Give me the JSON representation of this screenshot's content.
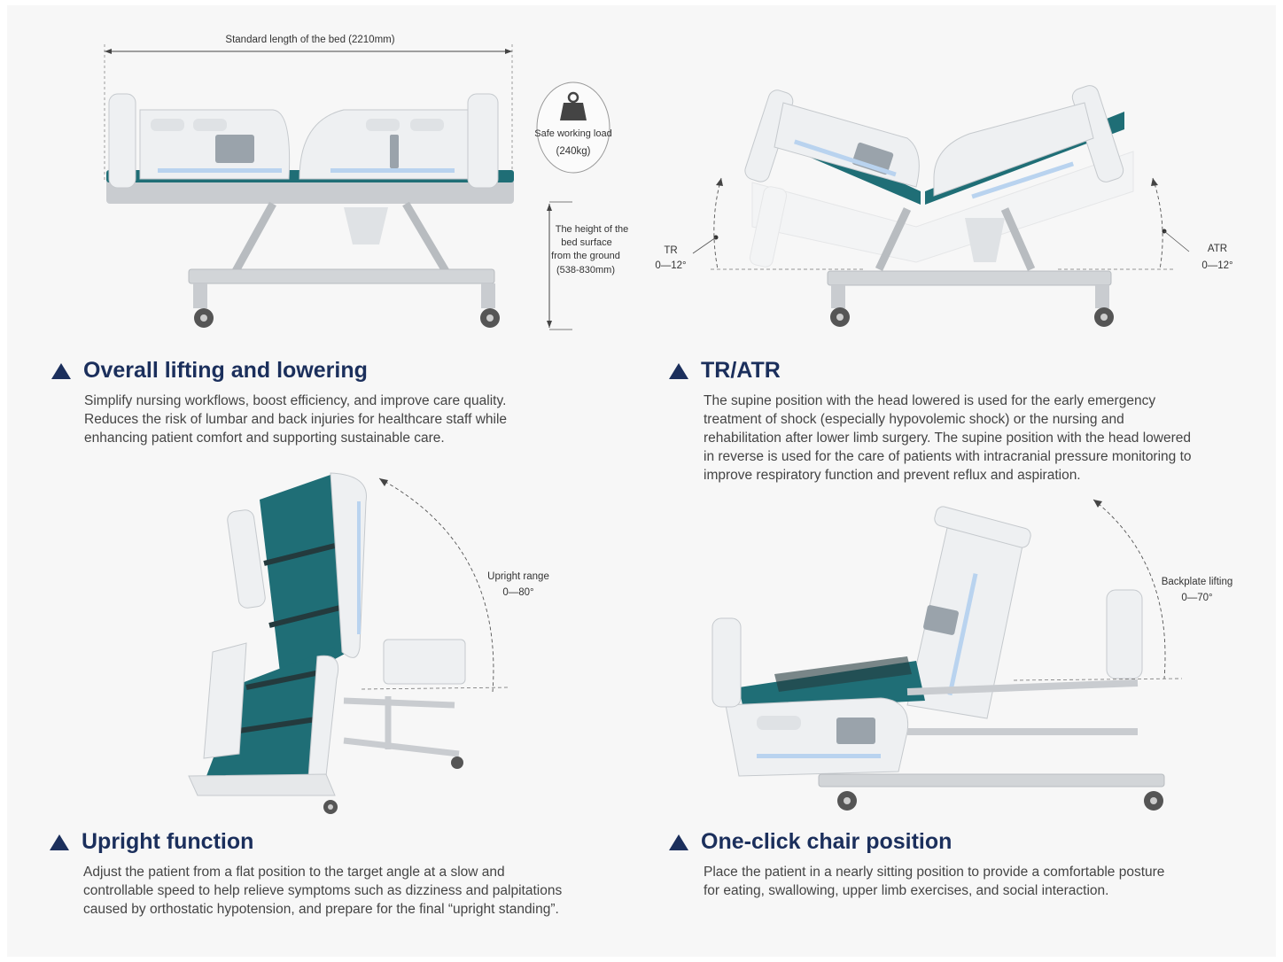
{
  "sections": [
    {
      "title": "Overall lifting and lowering",
      "description": "Simplify nursing workflows, boost efficiency, and improve care quality. Reduces the risk of lumbar and back injuries for healthcare staff while enhancing patient comfort and supporting sustainable care.",
      "annotations": {
        "length": "Standard length of the bed (2210mm)",
        "load_line1": "Safe working load",
        "load_line2": "(240kg)",
        "height_line1": "The height of the",
        "height_line2": "bed surface",
        "height_line3": "from the ground",
        "height_line4": "(538-830mm)"
      }
    },
    {
      "title": "TR/ATR",
      "description": "The supine position with the head lowered is used for the early emergency treatment of shock (especially hypovolemic shock) or the nursing and rehabilitation after lower limb surgery. The supine position with the head lowered in reverse is used for the care of patients with intracranial pressure monitoring to improve respiratory function and prevent reflux and aspiration.",
      "annotations": {
        "tr_label": "TR",
        "tr_range": "0—12°",
        "atr_label": "ATR",
        "atr_range": "0—12°"
      }
    },
    {
      "title": "Upright function",
      "description": "Adjust the patient from a flat position to the target angle at a slow and controllable speed to help relieve symptoms such as dizziness and palpitations caused by orthostatic hypotension, and prepare for the final “upright standing”.",
      "annotations": {
        "label": "Upright range",
        "range": "0—80°"
      }
    },
    {
      "title": "One-click chair position",
      "description": "Place the patient in a nearly sitting position to provide a comfortable posture for eating, swallowing, upper limb exercises, and social interaction.",
      "annotations": {
        "label": "Backplate lifting",
        "range": "0—70°"
      }
    }
  ],
  "colors": {
    "heading": "#1b2f5c",
    "mattress": "#1f6e76",
    "frame": "#c9ccd0",
    "panel": "#eef0f2",
    "accent_strip": "#b9d3ef"
  },
  "icons": [
    "weight-icon",
    "triangle-bullet-icon"
  ]
}
